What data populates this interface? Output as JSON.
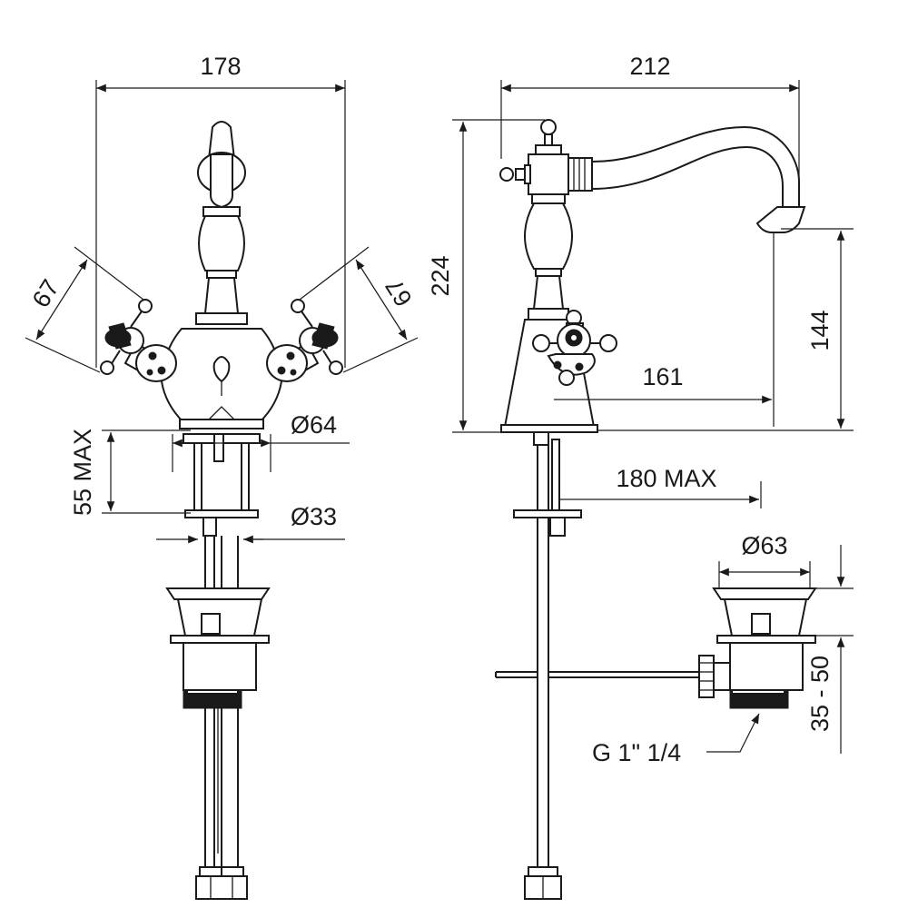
{
  "dimensions": {
    "front_width": "178",
    "left_handle_length": "67",
    "right_handle_length": "67",
    "max_thickness": "55 MAX",
    "base_diameter": "Ø64",
    "hole_diameter": "Ø33",
    "side_width": "212",
    "total_height": "224",
    "spout_height": "144",
    "spout_reach": "161",
    "rod_length": "180 MAX",
    "waste_diameter": "Ø63",
    "waste_range": "35 - 50",
    "waste_thread": "G 1\" 1/4"
  },
  "colors": {
    "line": "#1a1a1a",
    "background": "#ffffff"
  }
}
